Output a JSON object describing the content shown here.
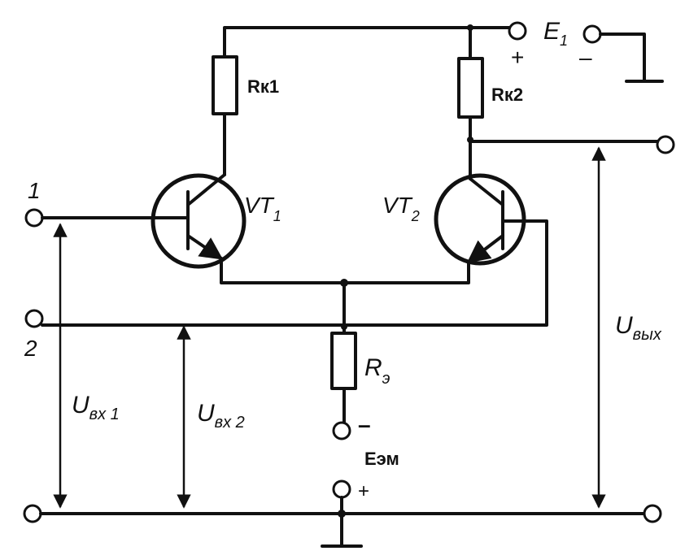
{
  "labels": {
    "rk1": "Rк1",
    "rk2": "Rк2",
    "e1_main": "E",
    "e1_sub": "1",
    "e1_plus": "+",
    "e1_minus": "–",
    "vt1_main": "VT",
    "vt1_sub": "1",
    "vt2_main": "VT",
    "vt2_sub": "2",
    "input1": "1",
    "input2": "2",
    "re_main": "R",
    "re_sub": "э",
    "esm": "Eэм",
    "esm_minus": "–",
    "esm_plus": "+",
    "uin1_main": "U",
    "uin1_sub": "вх 1",
    "uin2_main": "U",
    "uin2_sub": "вх 2",
    "uout_main": "U",
    "uout_sub": "вых"
  }
}
